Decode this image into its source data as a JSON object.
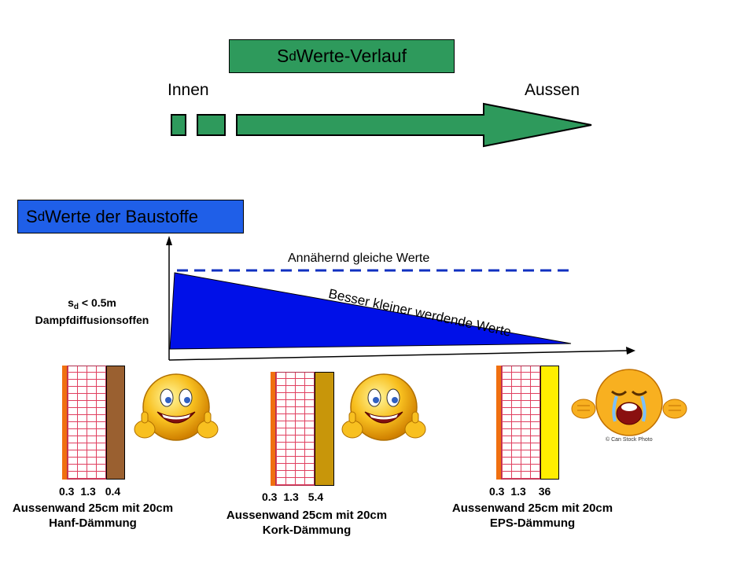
{
  "header": {
    "title_main": "S",
    "title_sub": "d",
    "title_rest": " Werte-Verlauf",
    "left_label": "Innen",
    "right_label": "Aussen",
    "arrow_color": "#2e9a5c"
  },
  "section": {
    "box_main": "S",
    "box_sub": "d",
    "box_rest": " Werte der Baustoffe",
    "box_color": "#1f5fe8"
  },
  "graph": {
    "y_label_main": "s",
    "y_label_sub": "d",
    "y_label_rest": " < 0.5m",
    "y_label_line2": "Dampfdiffusionsoffen",
    "dashed_label": "Annähernd  gleiche Werte",
    "wedge_label": "Besser kleiner werdende Werte",
    "wedge_color": "#0010e8",
    "dash_color": "#1030c0"
  },
  "walls": [
    {
      "values": [
        "0.3",
        "1.3",
        "0.4"
      ],
      "caption_line1": "Aussenwand 25cm mit 20cm",
      "caption_line2": "Hanf-Dämmung",
      "insulation_color": "#9a6030",
      "mood": "happy"
    },
    {
      "values": [
        "0.3",
        "1.3",
        "5.4"
      ],
      "caption_line1": "Aussenwand 25cm mit 20cm",
      "caption_line2": "Kork-Dämmung",
      "insulation_color": "#c8960a",
      "mood": "happy"
    },
    {
      "values": [
        "0.3",
        "1.3",
        "36"
      ],
      "caption_line1": "Aussenwand 25cm mit 20cm",
      "caption_line2": "EPS-Dämmung",
      "insulation_color": "#ffee00",
      "mood": "crying",
      "watermark": "© Can Stock Photo"
    }
  ]
}
